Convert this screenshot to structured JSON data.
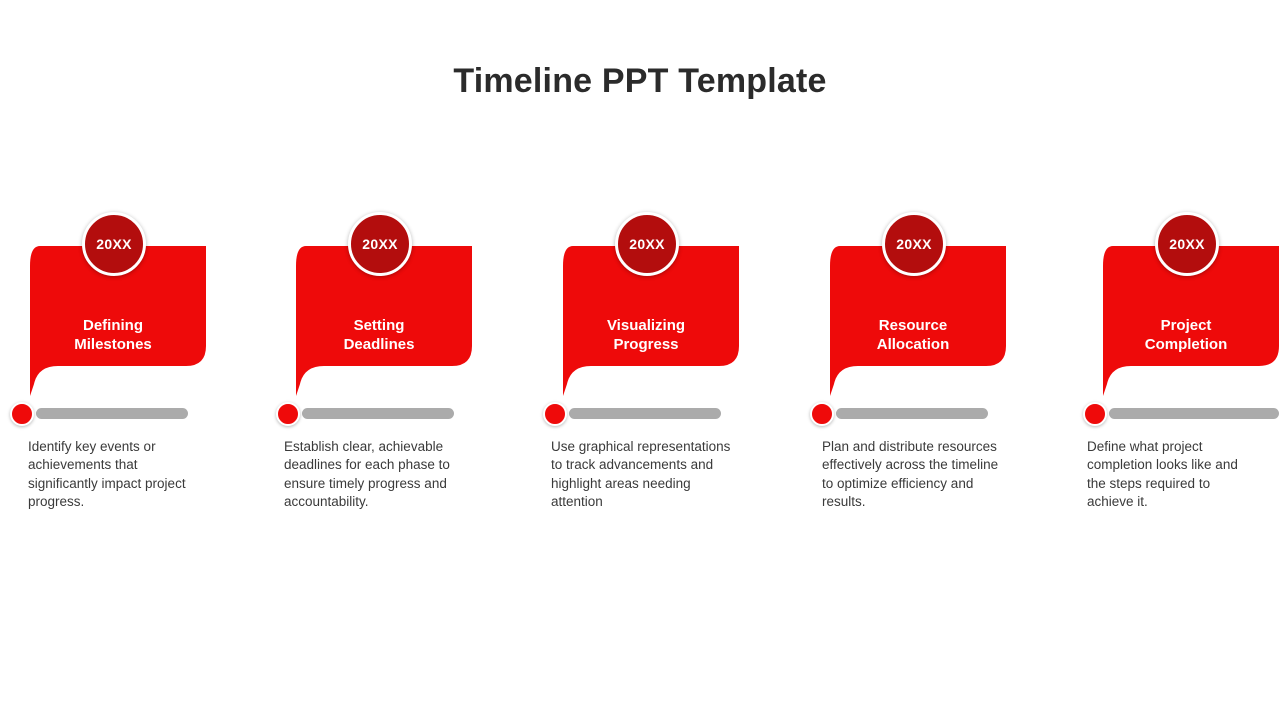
{
  "title": "Timeline PPT Template",
  "theme": {
    "card_red": "#ee0a0a",
    "badge_red": "#b30d0d",
    "dot_red": "#ef0a0a",
    "bar_gray": "#ababab",
    "title_color": "#2b2b2b",
    "body_color": "#3a3a3a",
    "background": "#ffffff"
  },
  "steps": [
    {
      "year": "20XX",
      "title": "Defining\nMilestones",
      "description": "Identify key events or achievements that significantly impact project progress."
    },
    {
      "year": "20XX",
      "title": "Setting\nDeadlines",
      "description": "Establish clear, achievable deadlines for each phase to ensure timely progress and accountability."
    },
    {
      "year": "20XX",
      "title": "Visualizing\nProgress",
      "description": "Use graphical representations to track advancements and highlight areas needing attention"
    },
    {
      "year": "20XX",
      "title": "Resource\nAllocation",
      "description": "Plan and distribute resources effectively across the timeline to optimize efficiency and results."
    },
    {
      "year": "20XX",
      "title": "Project\nCompletion",
      "description": "Define what project completion looks like and the steps required to achieve it."
    }
  ]
}
